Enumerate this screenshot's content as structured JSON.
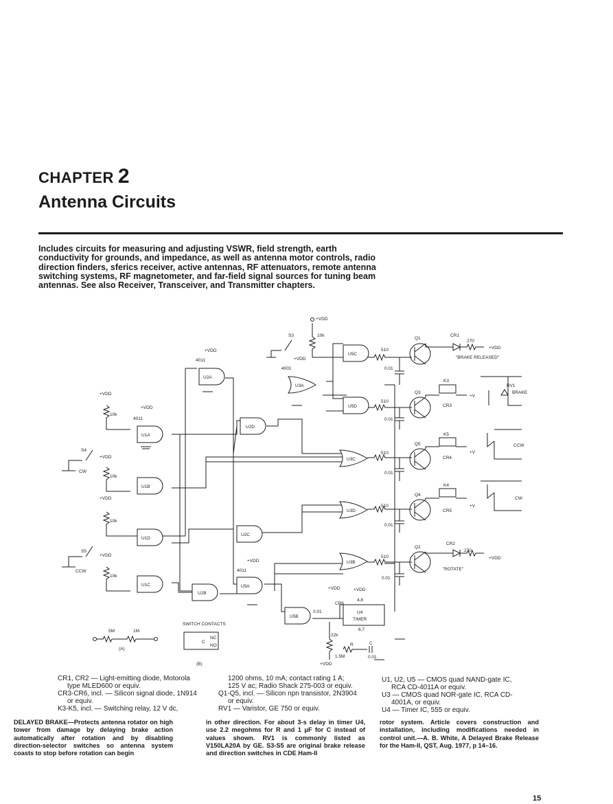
{
  "chapter": {
    "label": "CHAPTER",
    "number": "2",
    "title": "Antenna Circuits"
  },
  "intro": "Includes circuits for measuring and adjusting VSWR, field strength, earth conductivity for grounds, and impedance, as well as antenna motor controls, radio direction finders, sferics receiver, active antennas, RF attenuators, remote antenna switching systems, RF magnetometer, and far-field signal sources for tuning beam antennas. See also Receiver, Transceiver, and Transmitter chapters.",
  "schematic": {
    "gates": {
      "u1a": "U1A",
      "u1b": "U1B",
      "u1c": "U1C",
      "u1d": "U1D",
      "u2a": "U2A",
      "u2b": "U2B",
      "u2c": "U2C",
      "u2d": "U2D",
      "u3a": "U3A",
      "u3b": "U3B",
      "u3c": "U3C",
      "u3d": "U3D",
      "u5a": "U5A",
      "u5b": "U5B",
      "u5c": "U5C",
      "u5d": "U5D"
    },
    "transistors": {
      "q1": "Q1",
      "q2": "Q2",
      "q3": "Q3",
      "q4": "Q4",
      "q5": "Q5"
    },
    "relays": {
      "k3": "K3",
      "k4": "K4",
      "k5": "K5"
    },
    "diodes": {
      "cr1": "CR1",
      "cr2": "CR2",
      "cr3": "CR3",
      "cr4": "CR4",
      "cr5": "CR5",
      "cr6": "CR6"
    },
    "switches": {
      "s3": "S3",
      "s4": "S4",
      "s5": "S5"
    },
    "timer": {
      "u4": "U4",
      "timer": "TIMER"
    },
    "labels": {
      "vdd": "+VDD",
      "r10k": "10k",
      "ic4011": "4011",
      "ic4001": "4001",
      "r510": "510",
      "r270": "270",
      "c001": "0.01",
      "cw": "CW",
      "ccw": "CCW",
      "brake": "BRAKE",
      "rv1": "RV1",
      "brake_released": "\"BRAKE RELEASED\"",
      "rotate": "\"ROTATE\"",
      "plusv": "+V",
      "r22k": "22k",
      "r15m": "1.5M",
      "r": "R",
      "c": "C",
      "r5m": "5M",
      "r1m": "1M",
      "fig_a": "(A)",
      "fig_b": "(B)",
      "switch_contacts": "SWITCH CONTACTS",
      "nc": "NC",
      "no": "NO",
      "com": "C",
      "t48": "4,8",
      "t67": "6,7"
    }
  },
  "parts_list": {
    "col1": [
      "CR1, CR2 — Light-emitting diode, Motorola",
      "type MLED600 or equiv.",
      "CR3-CR6, incl. — Silicon signal diode, 1N914",
      "or equiv.",
      "K3-K5, incl. — Switching relay, 12 V dc,"
    ],
    "col2": [
      "1200 ohms, 10 mA; contact rating 1 A;",
      "125 V ac; Radio Shack 275-003 or equiv.",
      "Q1-Q5, incl. — Silicon npn transistor, 2N3904",
      "or equiv.",
      "RV1 — Varistor, GE 750 or equiv."
    ],
    "col3": [
      "U1, U2, U5 — CMOS quad NAND-gate IC,",
      "RCA CD-4011A or equiv.",
      "U3 — CMOS quad NOR-gate IC, RCA CD-",
      "4001A, or equiv.",
      "U4 — Timer IC, 555 or equiv."
    ]
  },
  "description": {
    "title": "DELAYED BRAKE—",
    "col1": "Protects antenna rotator on high tower from damage by delaying brake action automatically after rotation and by disabling direction-selector switches so antenna system coasts to stop before rotation can begin",
    "col2": "in other direction. For about 3-s delay in timer U4, use 2.2 megohms for R and 1 μF for C instead of values shown. RV1 is commonly listed as V150LA20A by GE. S3-S5 are original brake release and direction switches in CDE Ham-II",
    "col3": "rotor system. Article covers construction and installation, including modifications needed in control unit.—A. B. White, A Delayed Brake Release for the Ham-II, QST, Aug. 1977, p 14–16."
  },
  "page_number": "15"
}
